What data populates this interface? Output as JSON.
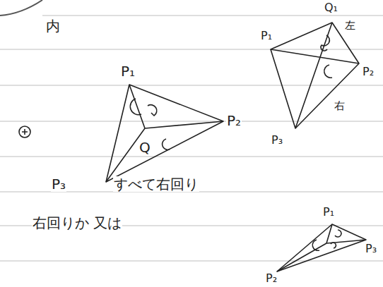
{
  "diagram": {
    "labels": [
      "内",
      "Q₁",
      "P₁",
      "左",
      "P₂",
      "右",
      "P₃",
      "P₁",
      "P₂",
      "Q",
      "P₃",
      "すべて右回り",
      "右回りか 又は",
      "P₁",
      "P₃",
      "P₂"
    ]
  }
}
